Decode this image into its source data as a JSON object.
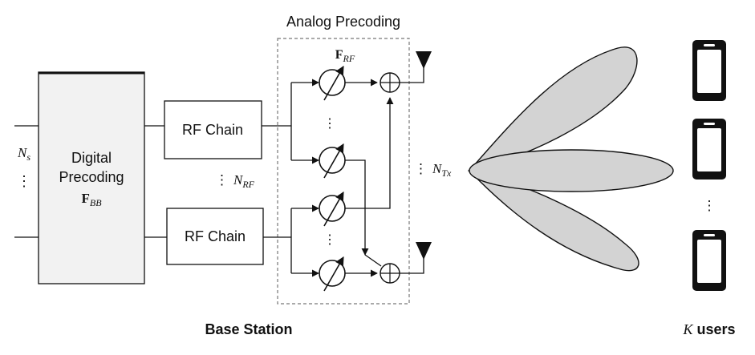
{
  "analog_block": {
    "title": "Analog Precoding",
    "matrix_symbol": "F",
    "matrix_subscript": "RF"
  },
  "digital_block": {
    "line1": "Digital",
    "line2": "Precoding",
    "matrix_symbol": "F",
    "matrix_subscript": "BB"
  },
  "rf_chain_label": "RF Chain",
  "streams": {
    "symbol": "N",
    "subscript": "s",
    "dots": "⋮"
  },
  "rf_count": {
    "dots": "⋮",
    "symbol": "N",
    "subscript": "RF"
  },
  "tx_count": {
    "dots": "⋮",
    "symbol": "N",
    "subscript": "Tx"
  },
  "vdots": "⋮",
  "base_station_label": "Base Station",
  "users_label": {
    "symbol": "K",
    "rest": " users"
  },
  "colors": {
    "beam_fill": "#d3d3d3",
    "box_fill": "#f2f2f2",
    "stroke": "#111111",
    "dashed_border": "#777777"
  },
  "icons": [
    "antenna-icon",
    "phone-icon",
    "phase-shifter-icon",
    "adder-icon",
    "beam-lobe"
  ]
}
